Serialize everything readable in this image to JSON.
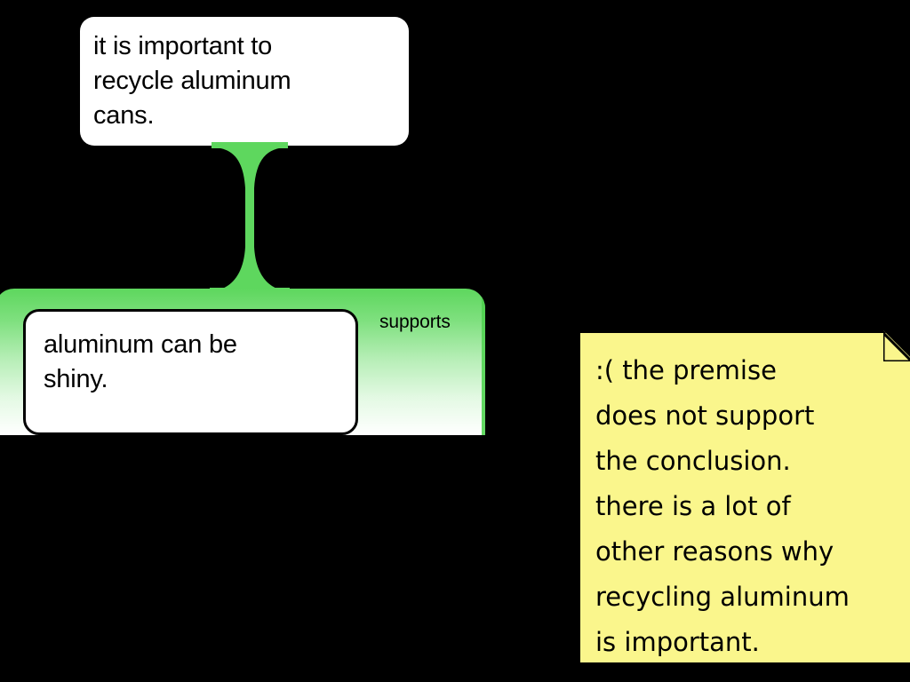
{
  "diagram": {
    "type": "argument-map",
    "background_color": "#000000",
    "conclusion": {
      "id": "conclusion",
      "text": "it is important to\nrecycle aluminum\ncans.",
      "box_color": "#ffffff",
      "text_color": "#000000"
    },
    "relation": {
      "label": "supports",
      "kind": "support",
      "color_top": "#5ed75e",
      "color_bottom": "#ffffff",
      "connector_color": "#5ed75e"
    },
    "premise": {
      "id": "premise",
      "text": "aluminum can be\nshiny.",
      "box_color": "#ffffff",
      "border_color": "#000000",
      "text_color": "#000000"
    },
    "note": {
      "text": ":( the premise\ndoes not support\nthe conclusion.\nthere is a lot of\nother reasons why\nrecycling aluminum\nis important.",
      "paper_color": "#faf68c",
      "border_color": "#000000",
      "text_color": "#000000",
      "fold_corner": "top-right"
    }
  }
}
